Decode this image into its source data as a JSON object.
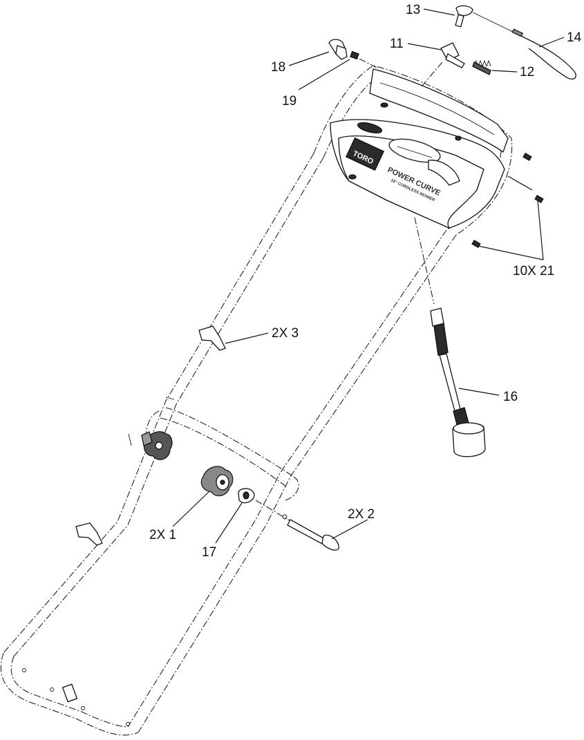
{
  "callouts": {
    "c13": "13",
    "c14": "14",
    "c11": "11",
    "c12": "12",
    "c18": "18",
    "c19": "19",
    "c10x21": "10X 21",
    "c2x3": "2X 3",
    "c16": "16",
    "c2x1": "2X 1",
    "c17": "17",
    "c2x2": "2X 2"
  },
  "console_text": {
    "brand": "TORO",
    "product": "POWER CURVE",
    "subline": "18\" CORDLESS MOWER"
  }
}
